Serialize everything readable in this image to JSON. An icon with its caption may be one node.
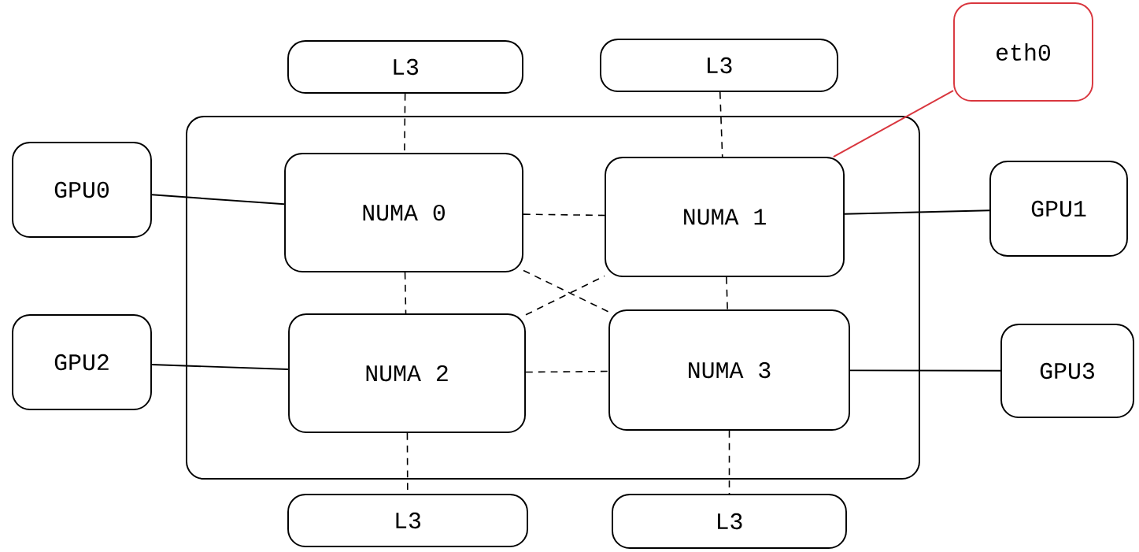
{
  "diagram": {
    "nodes": [
      {
        "text": [],
        "shape": "box"
      },
      {
        "text": [
          "L3"
        ]
      },
      {
        "text": [
          "L3"
        ]
      },
      {
        "text": [
          "eth0"
        ]
      },
      {
        "text": [
          "GPU0"
        ]
      },
      {
        "text": [
          "NUMA 0"
        ],
        "in": 0
      },
      {
        "text": [
          "NUMA 1"
        ],
        "in": 0
      },
      {
        "text": [
          "GPU1"
        ]
      },
      {
        "text": [
          "GPU2"
        ]
      },
      {
        "text": [
          "NUMA 2"
        ],
        "in": 0
      },
      {
        "text": [
          "NUMA 3"
        ],
        "in": 0
      },
      {
        "text": [
          "GPU3"
        ]
      },
      {
        "text": [
          "L3"
        ]
      },
      {
        "text": [
          "L3"
        ]
      }
    ],
    "edges": [
      {
        "from": 1,
        "to": 5,
        "arrow": "none",
        "style": "dashed"
      },
      {
        "from": 2,
        "to": 6,
        "arrow": "none",
        "style": "dashed"
      },
      {
        "from": 3,
        "to": 6,
        "arrow": "none",
        "color": "#d9363e"
      },
      {
        "from": 4,
        "to": 5,
        "arrow": "none"
      },
      {
        "from": 5,
        "to": 6,
        "arrow": "none",
        "style": "dashed"
      },
      {
        "from": 6,
        "to": 7,
        "arrow": "none"
      },
      {
        "from": 5,
        "to": 9,
        "arrow": "none",
        "style": "dashed"
      },
      {
        "from": 6,
        "to": 10,
        "arrow": "none",
        "style": "dashed"
      },
      {
        "from": 5,
        "to": 10,
        "arrow": "none",
        "style": "dashed"
      },
      {
        "from": 9,
        "to": 6,
        "arrow": "none",
        "style": "dashed"
      },
      {
        "from": 8,
        "to": 9,
        "arrow": "none"
      },
      {
        "from": 9,
        "to": 10,
        "arrow": "none",
        "style": "dashed"
      },
      {
        "from": 10,
        "to": 11,
        "arrow": "none"
      },
      {
        "from": 9,
        "to": 12,
        "arrow": "none",
        "style": "dashed"
      },
      {
        "from": 10,
        "to": 13,
        "arrow": "none",
        "style": "dashed"
      }
    ]
  }
}
